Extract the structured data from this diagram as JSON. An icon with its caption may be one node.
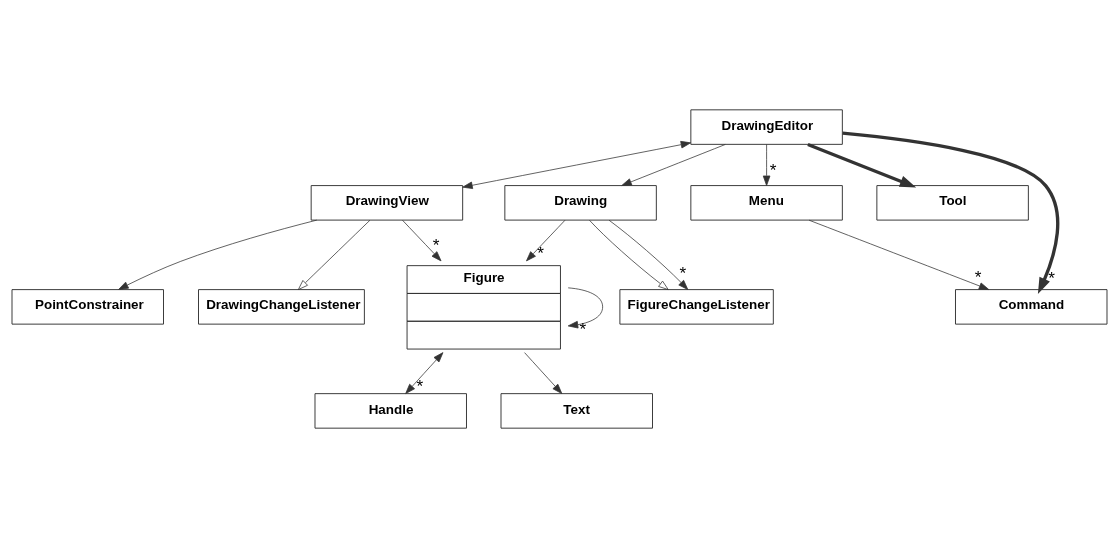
{
  "diagram": {
    "nodes": [
      {
        "text": [
          "DrawingChangeListener"
        ]
      },
      {
        "text": [
          "PointConstrainer"
        ]
      },
      {
        "text": [
          "Handle"
        ]
      },
      {
        "text": [
          "DrawingView"
        ]
      },
      {
        "text": [
          "Menu"
        ]
      },
      {
        "text": [
          "Figure"
        ]
      },
      {
        "text": [
          "Text"
        ]
      },
      {
        "text": [
          "Drawing"
        ]
      },
      {
        "text": [
          "DrawingEditor"
        ]
      },
      {
        "text": [
          "Tool"
        ]
      },
      {
        "text": [
          "Command"
        ]
      },
      {
        "text": [
          "FigureChangeListener"
        ]
      }
    ],
    "edges": [
      {
        "from": 3,
        "to": 0,
        "arrow": "to"
      },
      {
        "from": 3,
        "to": 1,
        "arrow": "to"
      },
      {
        "from": 3,
        "to": 5,
        "arrow": "to",
        "label": "*"
      },
      {
        "from": 5,
        "to": 2,
        "arrow": "both",
        "label": "*"
      },
      {
        "from": 5,
        "to": 6,
        "arrow": "to"
      },
      {
        "from": 5,
        "to": 5,
        "arrow": "to",
        "label": "*"
      },
      {
        "from": 7,
        "to": 5,
        "arrow": "to",
        "label": "*"
      },
      {
        "from": 8,
        "to": 3,
        "arrow": "both"
      },
      {
        "from": 8,
        "to": 7,
        "arrow": "to"
      },
      {
        "from": 8,
        "to": 4,
        "arrow": "to",
        "label": "*"
      },
      {
        "from": 8,
        "to": 9,
        "arrow": "to",
        "style": "thick"
      },
      {
        "from": 8,
        "to": 10,
        "arrow": "to",
        "label": "*",
        "style": "thick"
      },
      {
        "from": 4,
        "to": 10,
        "arrow": "to",
        "label": "*"
      },
      {
        "from": 7,
        "to": 11,
        "arrow": "to"
      },
      {
        "from": 7,
        "to": 11,
        "arrow": "to",
        "label": "*"
      }
    ]
  }
}
